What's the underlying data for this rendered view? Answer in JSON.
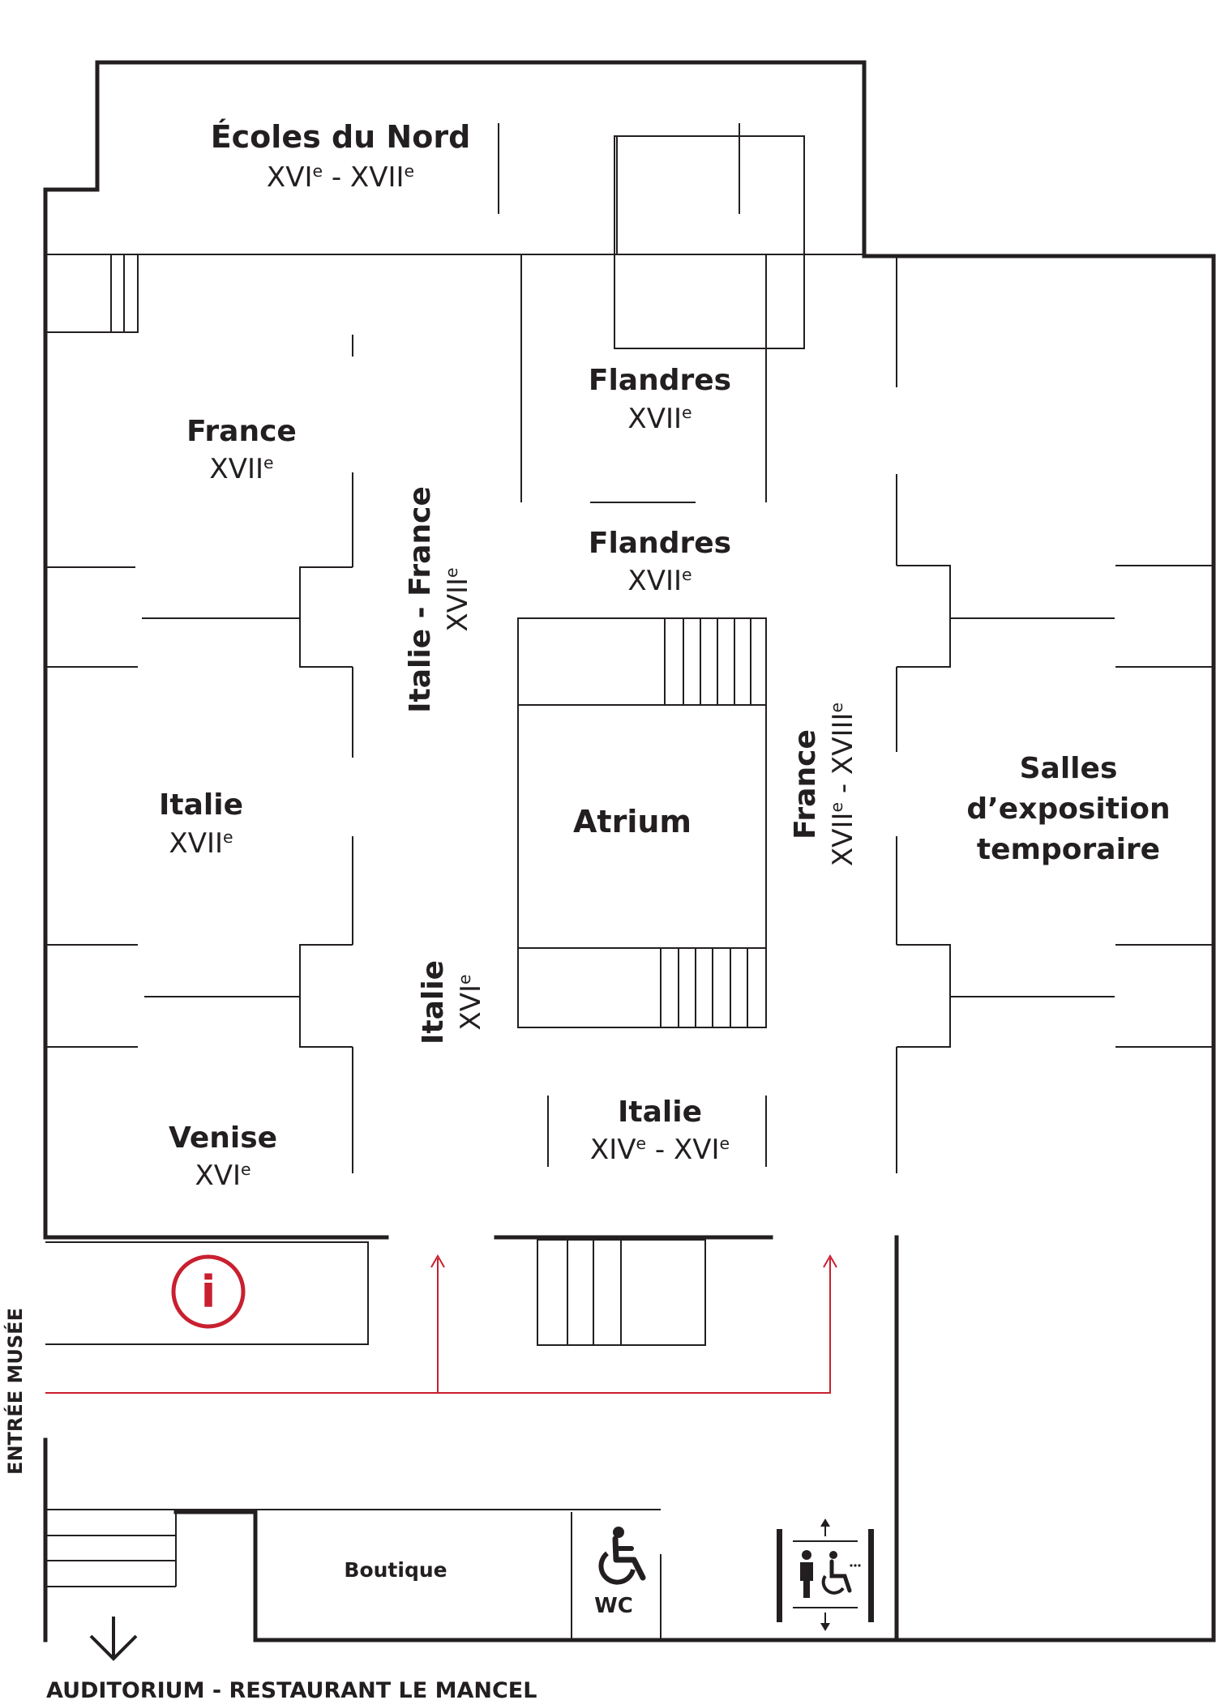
{
  "rooms": {
    "ecoles_du_nord": {
      "name": "Écoles du Nord",
      "period_a": "XVI",
      "period_b": "XVII"
    },
    "flandres_top": {
      "name": "Flandres",
      "period_a": "XVII"
    },
    "flandres_mid": {
      "name": "Flandres",
      "period_a": "XVII"
    },
    "france_west": {
      "name": "France",
      "period_a": "XVII"
    },
    "italie_france": {
      "name": "Italie - France",
      "period_a": "XVII"
    },
    "italie_west": {
      "name": "Italie",
      "period_a": "XVII"
    },
    "atrium": {
      "name": "Atrium"
    },
    "france_east": {
      "name": "France",
      "period_a": "XVII",
      "period_b": "XVIII"
    },
    "salles_temporaires": {
      "line1": "Salles",
      "line2": "d’exposition",
      "line3": "temporaire"
    },
    "italie_xvi": {
      "name": "Italie",
      "period_a": "XVI"
    },
    "venise": {
      "name": "Venise",
      "period_a": "XVI"
    },
    "italie_south": {
      "name": "Italie",
      "period_a": "XIV",
      "period_b": "XVI"
    }
  },
  "suffix": "e",
  "dash": " - ",
  "services": {
    "info_symbol": "i",
    "boutique": "Boutique",
    "wc": "WC"
  },
  "entrance_label": "ENTRÉE MUSÉE",
  "exit_label": "AUDITORIUM - RESTAURANT LE MANCEL",
  "icons": [
    "info-icon",
    "wheelchair-icon",
    "elevator-icon",
    "down-arrow-icon"
  ],
  "colors": {
    "walls": "#231f20",
    "route": "#c8202f"
  }
}
